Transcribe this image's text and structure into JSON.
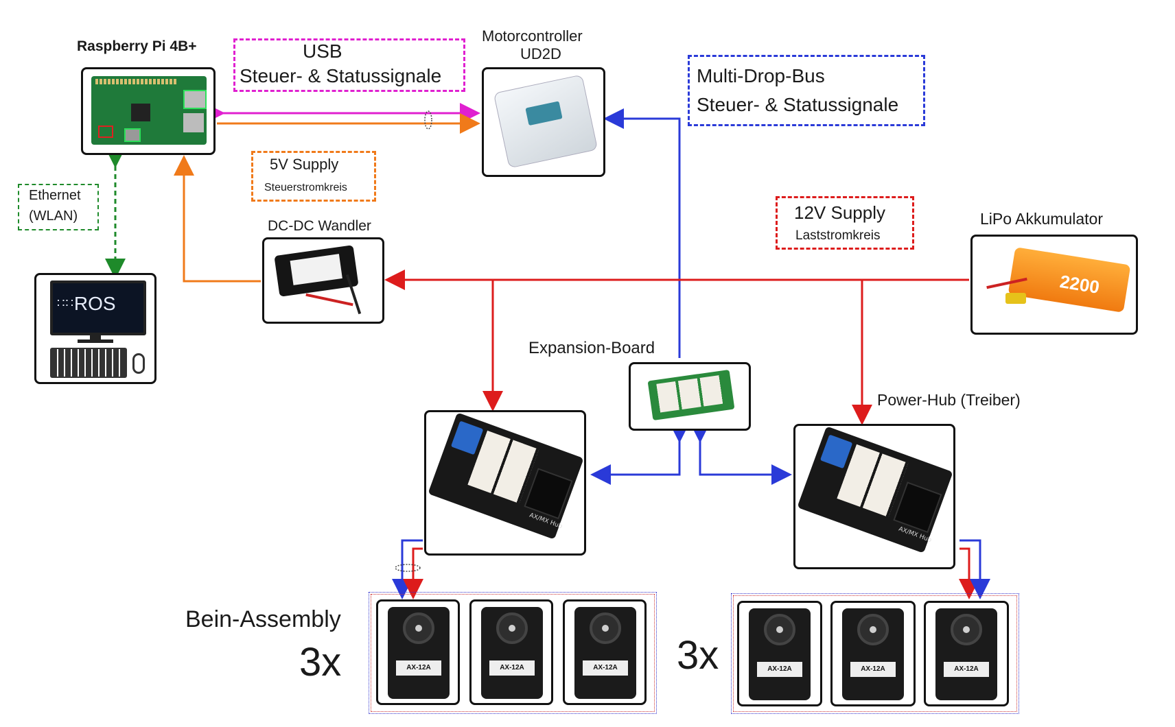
{
  "nodes": {
    "raspberry": "Raspberry Pi 4B+",
    "motorcontroller_line1": "Motorcontroller",
    "motorcontroller_line2": "UD2D",
    "dcdc": "DC-DC Wandler",
    "lipo": "LiPo Akkumulator",
    "expansion": "Expansion-Board",
    "powerhub": "Power-Hub (Treiber)",
    "ros": "ROS",
    "bein": "Bein-Assembly",
    "count_left": "3x",
    "count_right": "3x",
    "hub_text": "AX/MX Hub",
    "servo_text": "AX-12A",
    "lipo_text": "2200"
  },
  "signals": {
    "usb_line1": "USB",
    "usb_line2": "Steuer- & Statussignale",
    "bus_line1": "Multi-Drop-Bus",
    "bus_line2": "Steuer- & Statussignale",
    "supply5_line1": "5V Supply",
    "supply5_line2": "Steuerstromkreis",
    "supply12_line1": "12V Supply",
    "supply12_line2": "Laststromkreis",
    "eth_line1": "Ethernet",
    "eth_line2": "(WLAN)"
  },
  "colors": {
    "usb": "#e020d0",
    "supply5": "#f07a1a",
    "bus": "#2a3ad8",
    "supply12": "#dd1c1c",
    "ethernet": "#1e8a2a"
  }
}
